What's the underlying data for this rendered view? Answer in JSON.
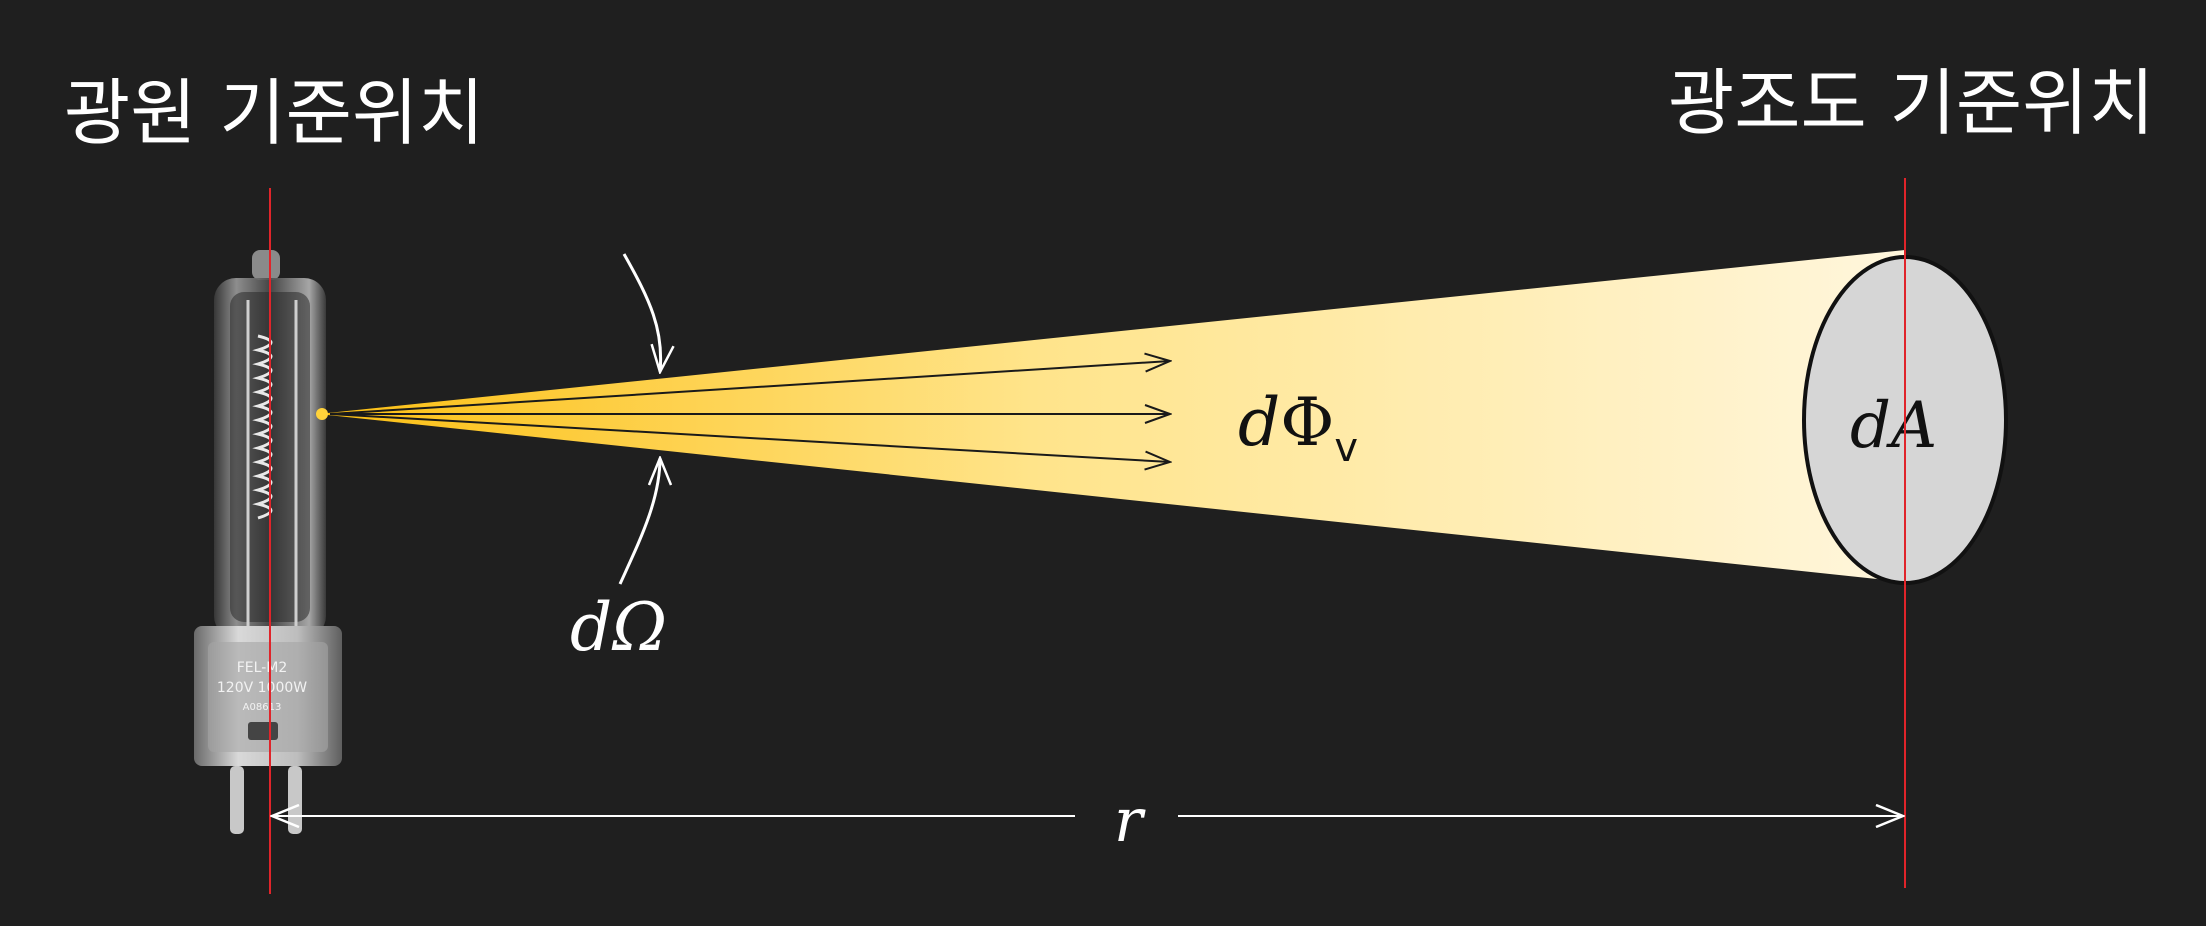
{
  "labels": {
    "source_reference": "광원 기준위치",
    "illuminance_reference": "광조도 기준위치",
    "solid_angle": "dΩ",
    "flux_d": "d",
    "flux_phi": "Φ",
    "flux_sub": "v",
    "area": "dA",
    "distance": "r"
  },
  "lamp": {
    "model": "FEL-M2",
    "rating": "120V 1000W",
    "serial": "A08613"
  },
  "colors": {
    "background": "#1f1f1f",
    "reference_line": "#e0242a",
    "beam_near": "#fcc21a",
    "beam_far": "#fff5d6",
    "area_fill": "#d6d6d6",
    "text": "#ffffff"
  }
}
